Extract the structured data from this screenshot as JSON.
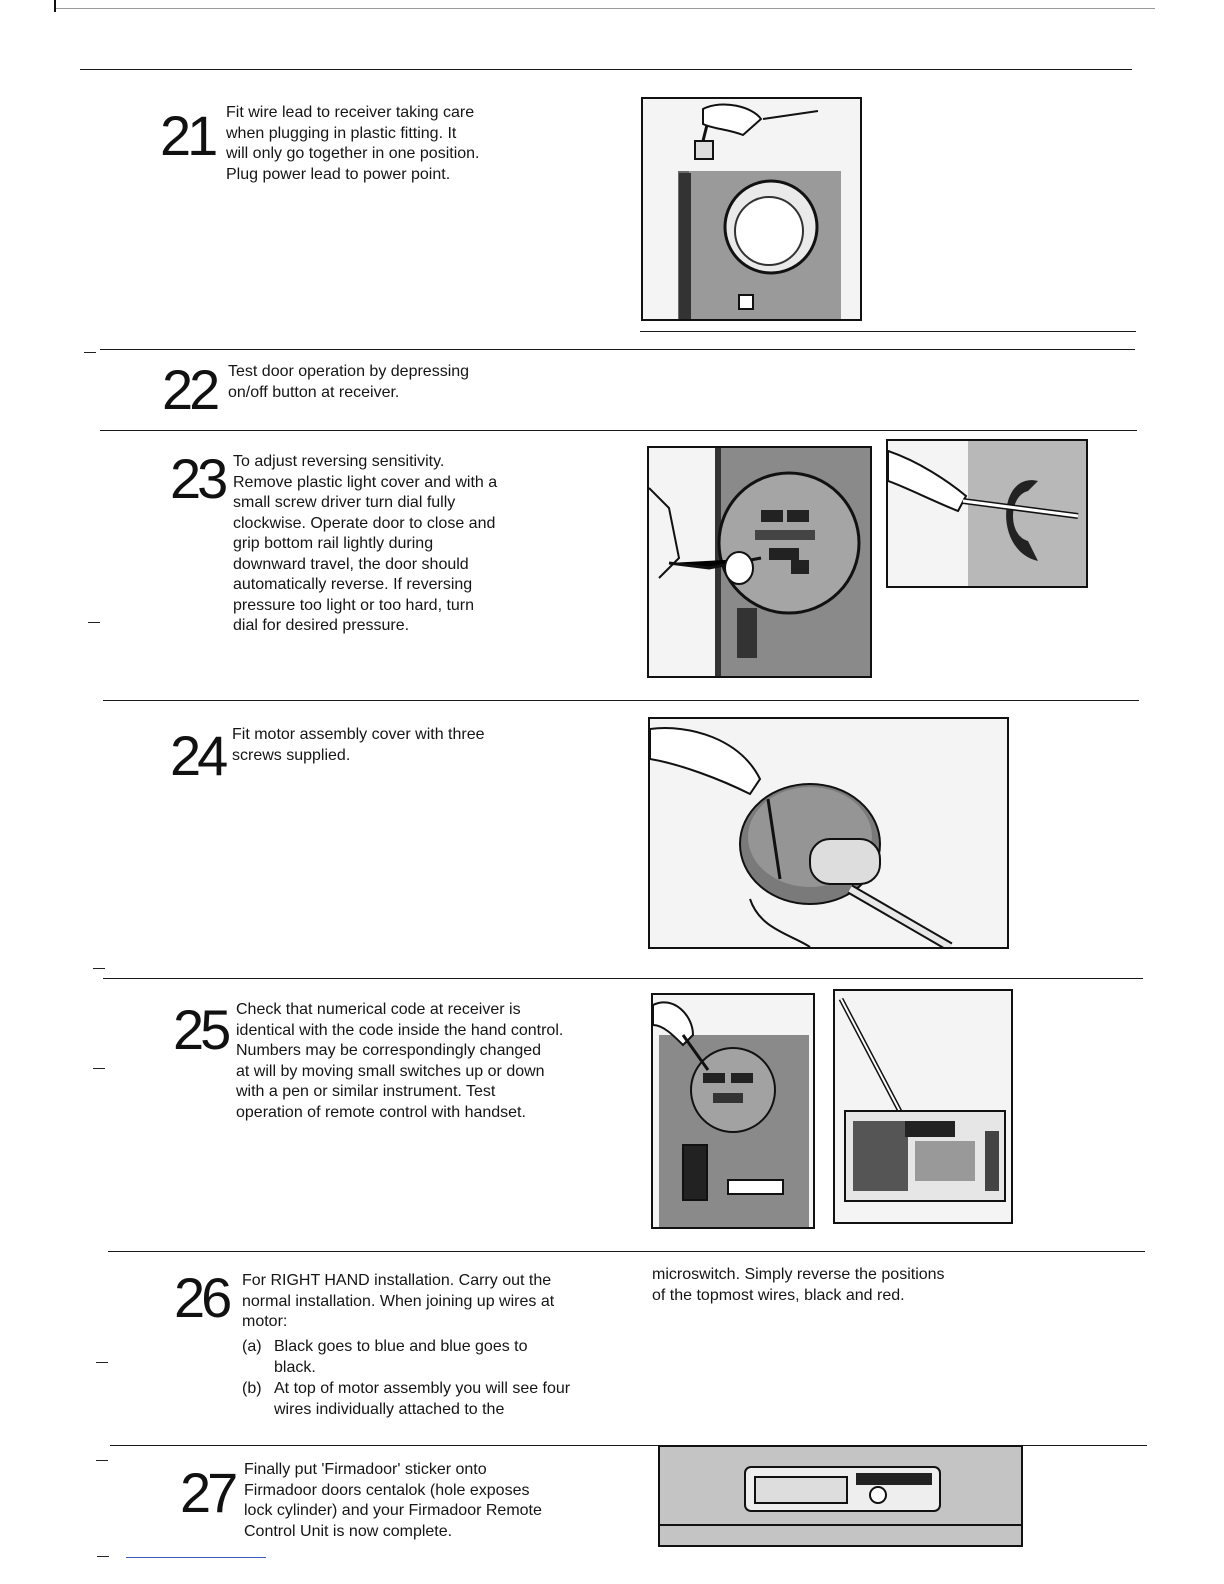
{
  "steps": [
    {
      "number": "21",
      "text": "Fit wire lead to receiver taking care\nwhen plugging in plastic fitting.  It\nwill only go together in one position.\nPlug power lead to power point."
    },
    {
      "number": "22",
      "text": "Test door operation by depressing\non/off button at receiver."
    },
    {
      "number": "23",
      "text": "To adjust reversing sensitivity.\nRemove plastic light cover and with a\nsmall screw driver turn dial fully\nclockwise.  Operate door to close and\ngrip bottom rail lightly during\ndownward travel, the door should\nautomatically reverse.  If reversing\npressure too light or too hard, turn\ndial for desired pressure."
    },
    {
      "number": "24",
      "text": "Fit motor assembly cover with three\nscrews supplied."
    },
    {
      "number": "25",
      "text": "Check that numerical code at receiver is\nidentical with the code inside the hand control.\nNumbers may be correspondingly changed\nat will by moving small switches up or down\nwith a pen or similar instrument.  Test\noperation of remote control with handset."
    },
    {
      "number": "26",
      "text": "For RIGHT HAND installation.  Carry out the\nnormal installation.  When joining up wires at\nmotor:",
      "items": [
        {
          "label": "(a)",
          "text": "Black goes to blue and blue goes to\nblack."
        },
        {
          "label": "(b)",
          "text": "At top of motor assembly you will see four\nwires individually attached to the"
        }
      ],
      "continuation": "microswitch. Simply reverse the positions\nof the topmost wires, black and red."
    },
    {
      "number": "27",
      "text": "Finally put 'Firmadoor' sticker onto\nFirmadoor doors centalok (hole exposes\nlock cylinder) and your Firmadoor Remote\nControl Unit is now complete."
    }
  ],
  "figures": {
    "receiver_icon": "receiver-with-plug-illustration",
    "dial_icon": "screwdriver-dial-illustration",
    "motor_icon": "motor-cover-screw-illustration",
    "switch_icon": "code-switch-illustration",
    "lock_icon": "centalok-sticker-illustration"
  }
}
